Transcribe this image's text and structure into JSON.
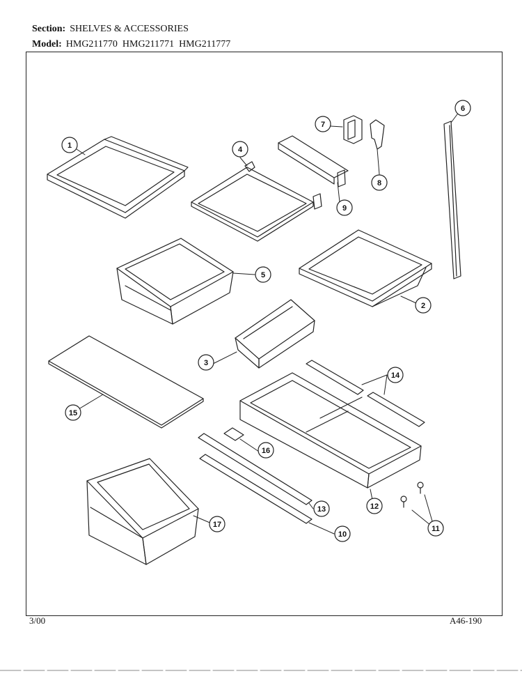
{
  "header": {
    "section_label": "Section:",
    "section_value": "SHELVES & ACCESSORIES",
    "model_label": "Model:",
    "model_value": "HMG211770  HMG211771  HMG211777"
  },
  "footer": {
    "date": "3/00",
    "code": "A46-190"
  },
  "callouts": [
    "1",
    "2",
    "3",
    "4",
    "5",
    "6",
    "7",
    "8",
    "9",
    "10",
    "11",
    "12",
    "13",
    "14",
    "15",
    "16",
    "17"
  ]
}
